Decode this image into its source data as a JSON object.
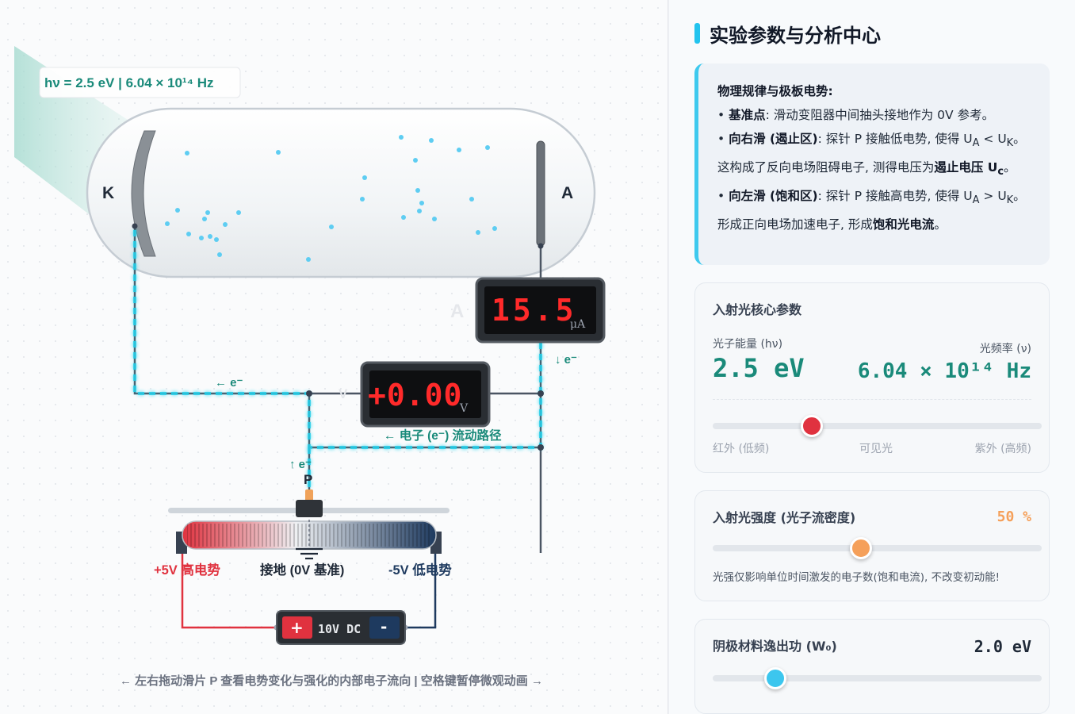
{
  "stage": {
    "photon_label": "hν = 2.5 eV | 6.04 × 10¹⁴ Hz",
    "cathode_label": "K",
    "anode_label": "A",
    "ammeter_value": "15.5",
    "ammeter_unit": "μA",
    "ammeter_ghost": "A",
    "voltmeter_value": "+0.00",
    "voltmeter_unit": "V",
    "voltmeter_ghost": "V",
    "electron_left": "← e⁻",
    "electron_right": "↓ e⁻",
    "electron_up": "↑ e⁻",
    "flow_path": "← 电子 (e⁻) 流动路径",
    "slider_label": "P",
    "rheo_left": "+5V 高电势",
    "rheo_mid": "接地 (0V 基准)",
    "rheo_right": "-5V 低电势",
    "battery_plus": "+",
    "battery_label": "10V DC",
    "battery_minus": "-",
    "hint": "← 左右拖动滑片 P 查看电势变化与强化的内部电子流向 | 空格键暂停微观动画 →"
  },
  "panel": {
    "title": "实验参数与分析中心",
    "info": {
      "heading": "物理规律与极板电势:",
      "p1_key": "基准点",
      "p1_text": ": 滑动变阻器中间抽头接地作为 0V 参考。",
      "p2_key": "向右滑 (遏止区)",
      "p2_text1": ": 探针 P 接触低电势, 使得 U",
      "p2_sub1": "A",
      "p2_lt": " < U",
      "p2_sub2": "K",
      "p2_text2": "。这构成了反向电场阻碍电子, 测得电压为",
      "p2_bold": "遏止电压 U",
      "p2_sub3": "c",
      "p2_end": "。",
      "p3_key": "向左滑 (饱和区)",
      "p3_text1": ": 探针 P 接触高电势, 使得 U",
      "p3_sub1": "A",
      "p3_gt": " > U",
      "p3_sub2": "K",
      "p3_text2": "。形成正向电场加速电子, 形成",
      "p3_bold": "饱和光电流",
      "p3_end": "。"
    },
    "light": {
      "title": "入射光核心参数",
      "energy_label": "光子能量 (hν)",
      "energy_value": "2.5 eV",
      "freq_label": "光频率 (ν)",
      "freq_value": "6.04 × 10¹⁴ Hz",
      "tick_left": "红外 (低频)",
      "tick_mid": "可见光",
      "tick_right": "紫外 (高频)",
      "slider_fraction": 0.3,
      "knob_color": "#e0323f"
    },
    "intensity": {
      "title": "入射光强度 (光子流密度)",
      "value": "50 %",
      "slider_fraction": 0.45,
      "note": "光强仅影响单位时间激发的电子数(饱和电流), 不改变初动能!",
      "knob_color": "#f5a05a"
    },
    "work": {
      "title": "阴极材料逸出功 (W₀)",
      "value": "2.0 eV",
      "slider_fraction": 0.19,
      "knob_color": "#3cc6ee"
    }
  },
  "colors": {
    "wire_glow": "#22d3ee",
    "accent_teal": "#1a8a7a",
    "lcd_red": "#ff2a2a",
    "high": "#e0323f",
    "low": "#1e3a5f"
  }
}
